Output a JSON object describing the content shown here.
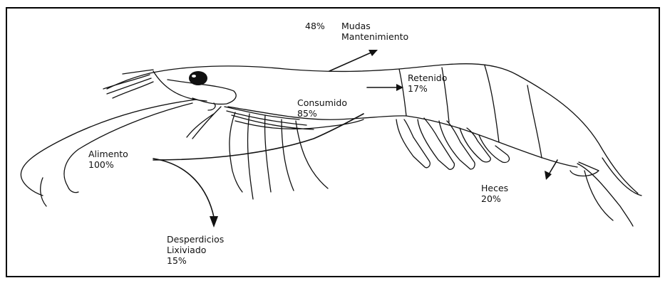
{
  "labels": {
    "mudas": {
      "percent": "48%",
      "line1": "Mudas",
      "line2": "Mantenimiento"
    },
    "retenido": {
      "line1": "Retenido",
      "line2": "17%"
    },
    "consumido": {
      "line1": "Consumido",
      "line2": "85%"
    },
    "alimento": {
      "line1": "Alimento",
      "line2": "100%"
    },
    "desperdicios": {
      "line1": "Desperdicios",
      "line2": "Lixiviado",
      "line3": "15%"
    },
    "heces": {
      "line1": "Heces",
      "line2": "20%"
    }
  },
  "colors": {
    "ink": "#111111",
    "background": "#ffffff"
  }
}
